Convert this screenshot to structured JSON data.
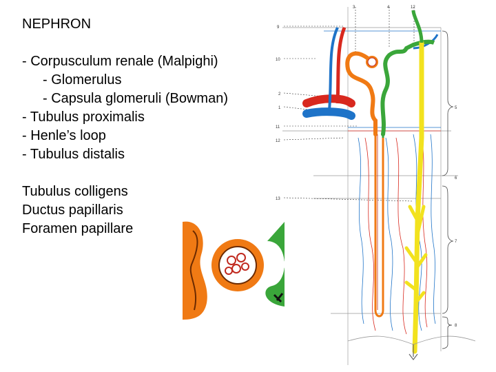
{
  "title": "NEPHRON",
  "list": [
    {
      "text": "- Corpusculum renale (Malpighi)",
      "indent": 0
    },
    {
      "text": "- Glomerulus",
      "indent": 1
    },
    {
      "text": "- Capsula glomeruli (Bowman)",
      "indent": 1
    },
    {
      "text": "- Tubulus proximalis",
      "indent": 0
    },
    {
      "text": "- Henle’s loop",
      "indent": 0
    },
    {
      "text": "- Tubulus distalis",
      "indent": 0
    }
  ],
  "ducts": [
    "Tubulus colligens",
    "Ductus papillaris",
    "Foramen papillare"
  ],
  "figure_labels": {
    "top": [
      "3",
      "4",
      "12"
    ],
    "left": [
      "9",
      "10",
      "2",
      "1",
      "11",
      "12",
      "13"
    ],
    "right": [
      "5",
      "6",
      "7",
      "8"
    ]
  },
  "colors": {
    "artery": "#d8281e",
    "vein": "#1e73c8",
    "proximal": "#f07a14",
    "distal": "#3aa63a",
    "collecting": "#f2e21e"
  }
}
